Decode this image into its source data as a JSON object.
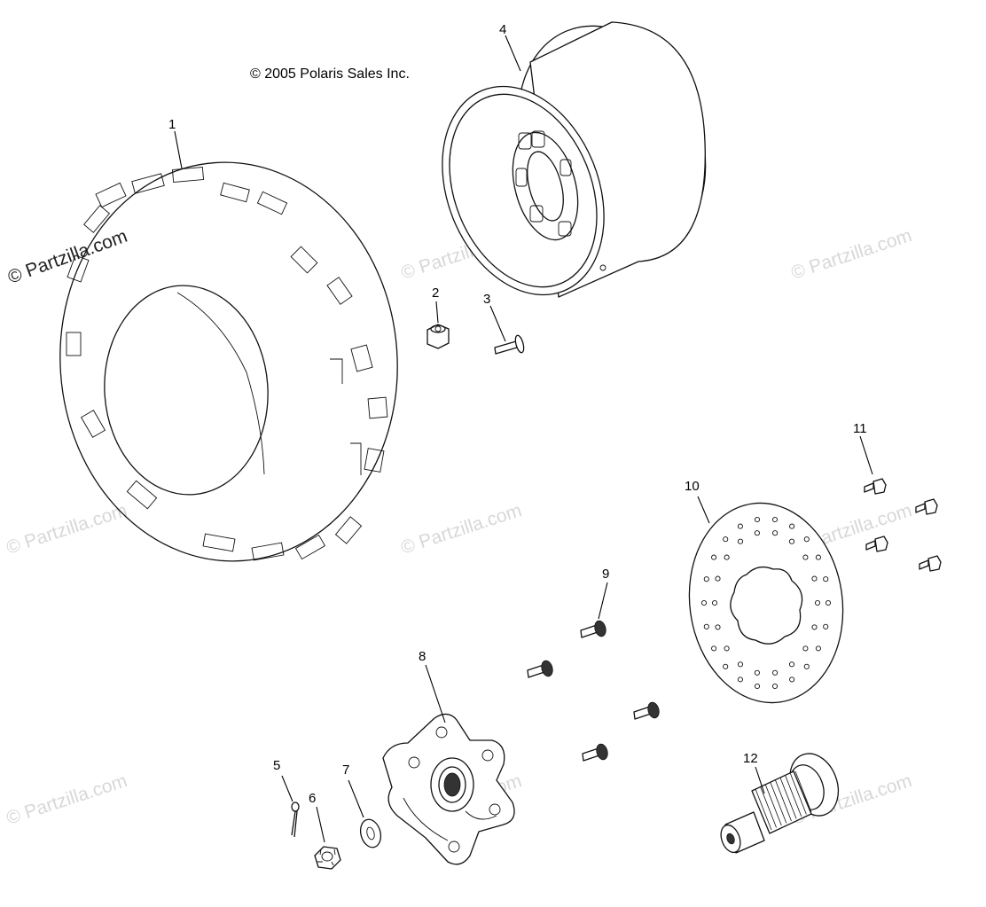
{
  "copyright": "© 2005 Polaris Sales Inc.",
  "watermark_text": "© Partzilla.com",
  "callouts": [
    "1",
    "2",
    "3",
    "4",
    "5",
    "6",
    "7",
    "8",
    "9",
    "10",
    "11",
    "12"
  ],
  "colors": {
    "line": "#111111",
    "watermark": "#b8b8b8",
    "background": "#ffffff"
  }
}
